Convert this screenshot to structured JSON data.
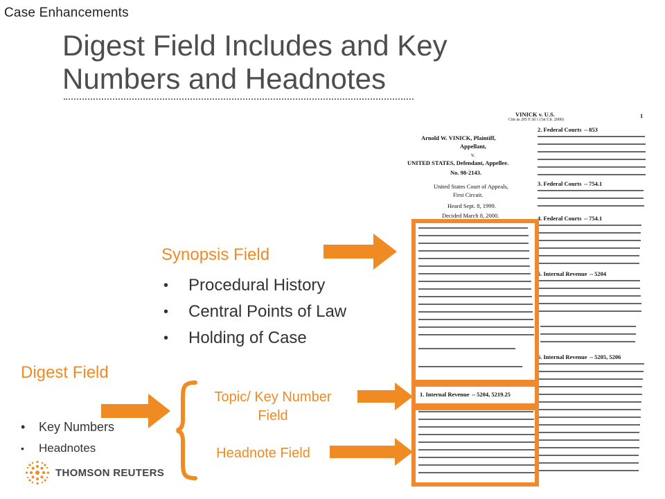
{
  "header": {
    "topic": "Case  Enhancements"
  },
  "slide": {
    "title_line1": "Digest Field Includes and Key",
    "title_line2": "Numbers and Headnotes"
  },
  "synopsis": {
    "heading": "Synopsis Field",
    "items": [
      "Procedural History",
      "Central Points of Law",
      "Holding of Case"
    ]
  },
  "digest": {
    "heading": "Digest Field",
    "items": [
      "Key Numbers",
      "Headnotes"
    ]
  },
  "sub_labels": {
    "topic_line1": "Topic/ Key Number",
    "topic_line2": "Field",
    "headnote": "Headnote Field"
  },
  "opinion": {
    "running_head": "VINICK v. U.S.",
    "citation": "Cite as 205 F.3d 1 (1st Cir. 2000)",
    "page_no": "1",
    "parties": [
      "Arnold W. VINICK, Plaintiff,",
      "Appellant,",
      "v.",
      "UNITED STATES, Defendant, Appellee.",
      "No. 98-2143."
    ],
    "court": [
      "United States Court of Appeals,",
      "First Circuit."
    ],
    "dates": [
      "Heard Sept. 8, 1999.",
      "Decided March 8, 2000."
    ],
    "right_headings": [
      "2. Federal Courts ⇔853",
      "3. Federal Courts ⇔754.1",
      "4. Federal Courts ⇔754.1",
      "5. Internal Revenue ⇔5204",
      "6. Internal Revenue ⇔5205, 5206"
    ],
    "keynote_line": "1. Internal Revenue ⇔5204, 5219.25"
  },
  "brand": {
    "logo_text": "THOMSON REUTERS"
  },
  "colors": {
    "accent": "#f08a23",
    "box": "#f0892b",
    "text": "#333333",
    "title": "#4d4d4d"
  }
}
